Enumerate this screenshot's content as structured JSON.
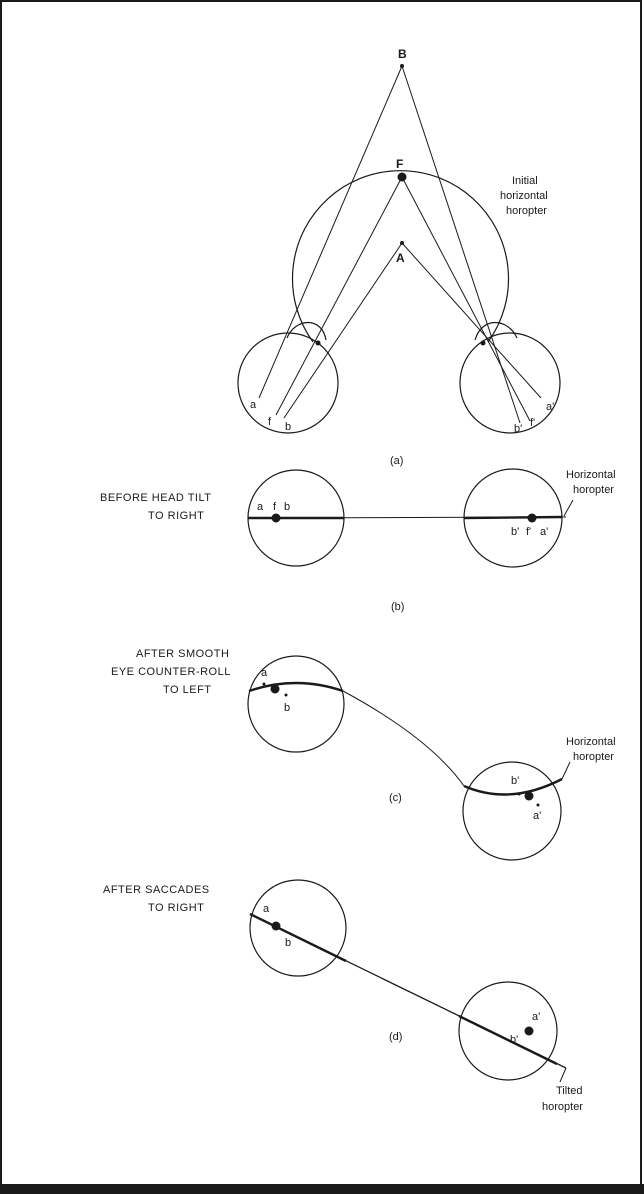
{
  "panel_a": {
    "points": {
      "B": "B",
      "F": "F",
      "A": "A"
    },
    "horopter_label": [
      "Initial",
      "horizontal",
      "horopter"
    ],
    "left_eye": {
      "a": "a",
      "f": "f",
      "b": "b"
    },
    "right_eye": {
      "b": "b'",
      "f": "f'",
      "a": "a'"
    },
    "caption": "(a)"
  },
  "panel_b": {
    "title": [
      "BEFORE HEAD TILT",
      "TO RIGHT"
    ],
    "horopter_label": [
      "Horizontal",
      "horopter"
    ],
    "left_eye": {
      "a": "a",
      "f": "f",
      "b": "b"
    },
    "right_eye": {
      "b": "b'",
      "f": "f'",
      "a": "a'"
    },
    "caption": "(b)"
  },
  "panel_c": {
    "title": [
      "AFTER SMOOTH",
      "EYE COUNTER-ROLL",
      "TO LEFT"
    ],
    "horopter_label": [
      "Horizontal",
      "horopter"
    ],
    "left_eye": {
      "a": "a",
      "b": "b"
    },
    "right_eye": {
      "b": "b'",
      "a": "a'"
    },
    "caption": "(c)"
  },
  "panel_d": {
    "title": [
      "AFTER SACCADES",
      "TO RIGHT"
    ],
    "horopter_label": [
      "Tilted",
      "horopter"
    ],
    "left_eye": {
      "a": "a",
      "b": "b"
    },
    "right_eye": {
      "a": "a'",
      "b": "b'"
    },
    "caption": "(d)"
  }
}
